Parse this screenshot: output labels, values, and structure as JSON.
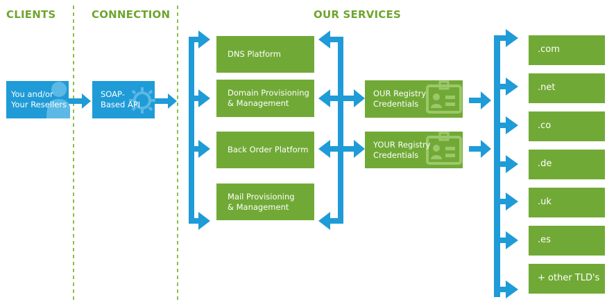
{
  "headers": {
    "clients": "CLIENTS",
    "connection": "CONNECTION",
    "services": "OUR SERVICES"
  },
  "clients_box": {
    "label": "You and/or\nYour Resellers",
    "icon": "person-icon"
  },
  "connection_box": {
    "label": "SOAP-\nBased API",
    "icon": "gear-icon"
  },
  "services": [
    {
      "label": "DNS Platform"
    },
    {
      "label": "Domain Provisioning\n& Management"
    },
    {
      "label": "Back Order Platform"
    },
    {
      "label": "Mail Provisioning\n& Management"
    }
  ],
  "registry": [
    {
      "label": "OUR Registry\nCredentials",
      "icon": "id-card-icon"
    },
    {
      "label": "YOUR Registry\nCredentials",
      "icon": "id-card-icon"
    }
  ],
  "tlds": [
    ".com",
    ".net",
    ".co",
    ".de",
    ".uk",
    ".es",
    "+ other TLD's"
  ],
  "colors": {
    "blue": "#1f9bd7",
    "green": "#71a936",
    "header_green": "#6fa52e"
  }
}
